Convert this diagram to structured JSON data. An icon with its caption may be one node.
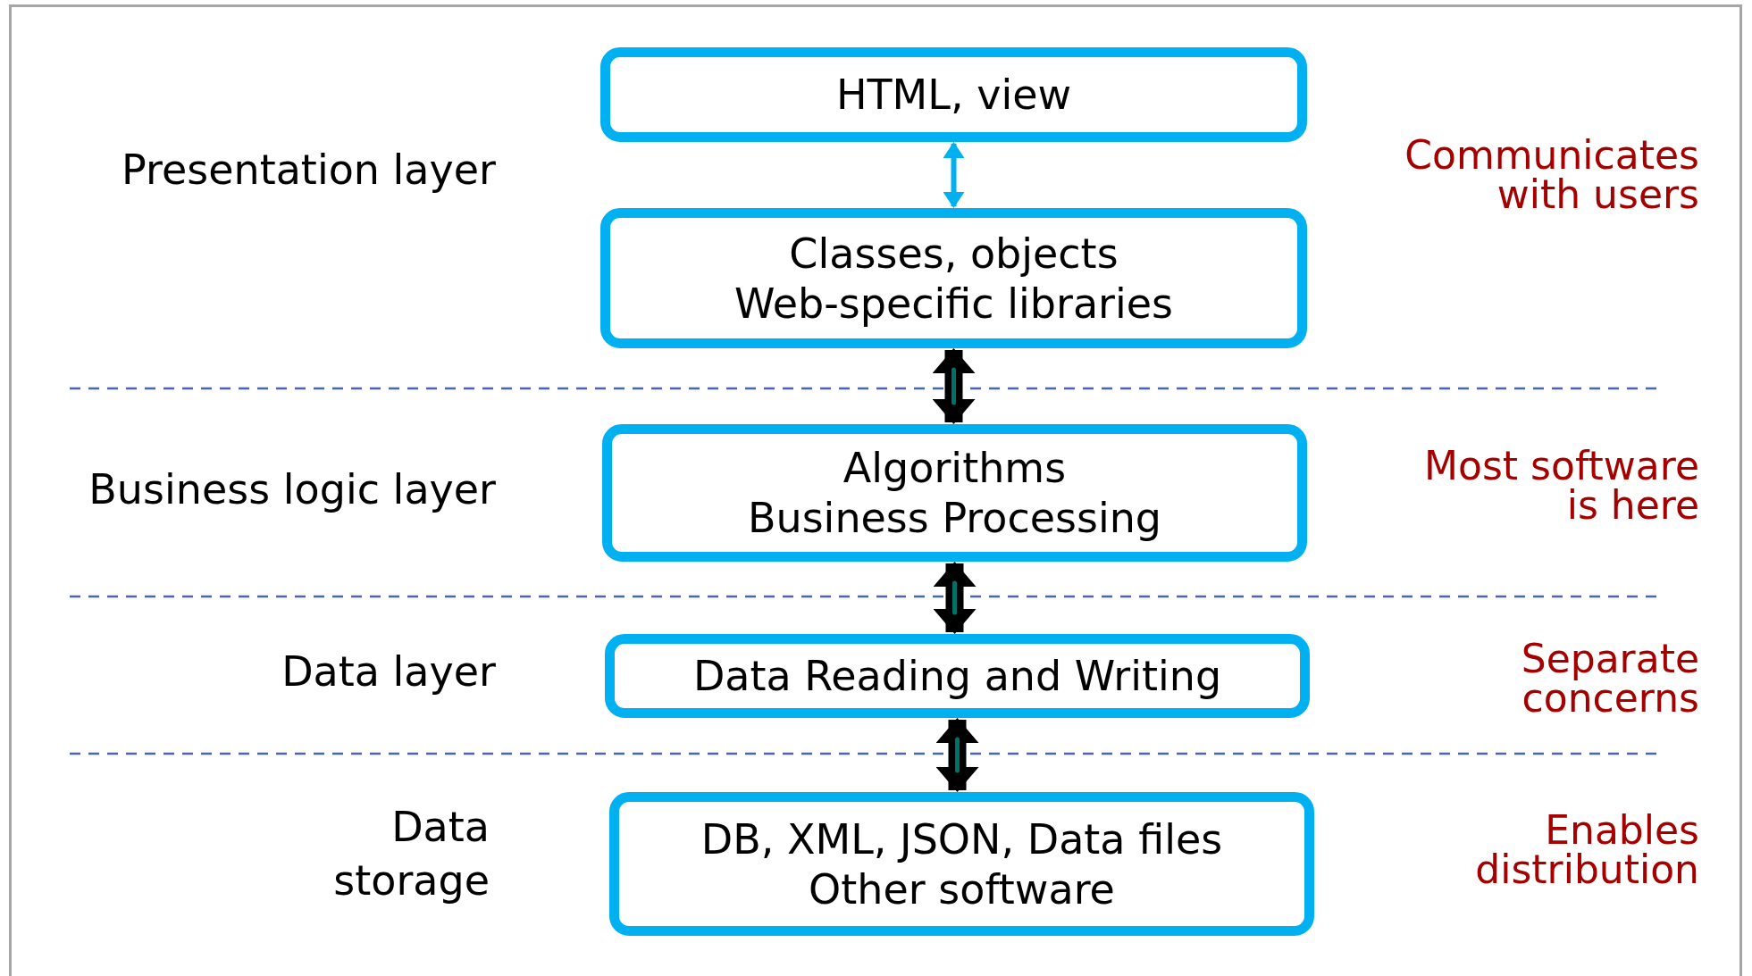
{
  "diagram": {
    "nodes": [
      {
        "text": [
          "HTML, view"
        ]
      },
      {
        "text": [
          "Classes, objects Web-specific libraries"
        ]
      },
      {
        "text": [
          "Algorithms Business Processing"
        ]
      },
      {
        "text": [
          "Data Reading and Writing"
        ]
      },
      {
        "text": [
          "DB, XML, JSON, Data files Other software"
        ]
      }
    ],
    "edges": [
      {
        "from": 0,
        "to": 1,
        "arrow": "both",
        "color": "#00b0f0"
      },
      {
        "from": 1,
        "to": 2,
        "arrow": "both"
      },
      {
        "from": 2,
        "to": 3,
        "arrow": "both"
      },
      {
        "from": 3,
        "to": 4,
        "arrow": "both"
      }
    ],
    "labels": [
      "Presentation layer",
      "Communicates with users",
      "Business logic layer",
      "Most software is here",
      "Data layer",
      "Separate concerns",
      "Data storage",
      "Enables distribution"
    ]
  }
}
